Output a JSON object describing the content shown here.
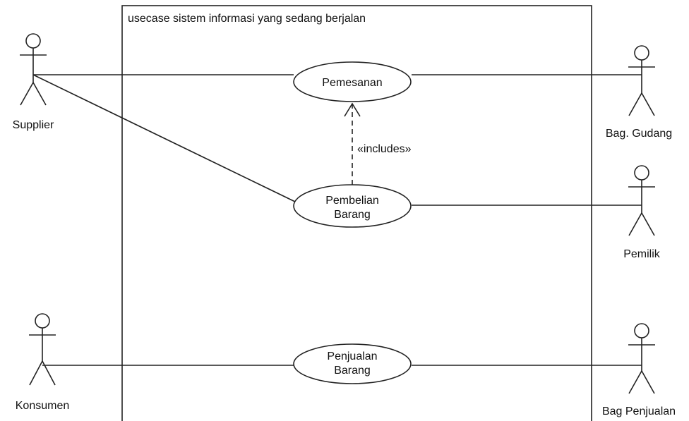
{
  "diagram": {
    "system_title": "usecase sistem informasi yang sedang berjalan",
    "include_label": "«includes»",
    "actors": {
      "supplier": "Supplier",
      "konsumen": "Konsumen",
      "bag_gudang": "Bag. Gudang",
      "pemilik": "Pemilik",
      "bag_penjualan": "Bag Penjualan"
    },
    "usecases": {
      "pemesanan": [
        "Pemesanan"
      ],
      "pembelian_barang": [
        "Pembelian",
        "Barang"
      ],
      "penjualan_barang": [
        "Penjualan",
        "Barang"
      ]
    }
  }
}
